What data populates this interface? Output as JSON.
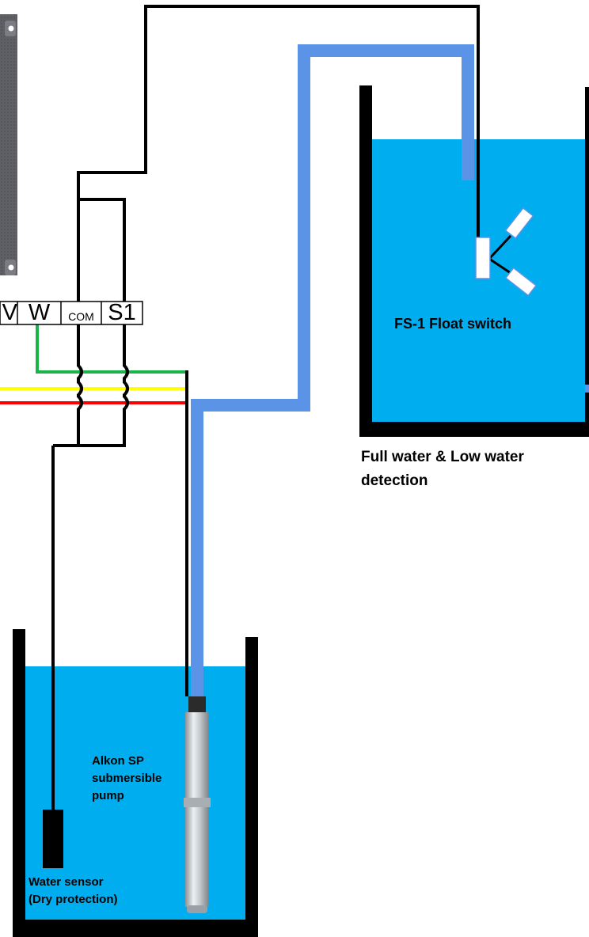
{
  "terminals": {
    "v": "V",
    "w": "W",
    "com": "COM",
    "s1": "S1"
  },
  "labels": {
    "float_switch": "FS-1 Float switch",
    "detection_line1": "Full water & Low water",
    "detection_line2": "detection",
    "pump_line1": "Alkon SP",
    "pump_line2": "submersible",
    "pump_line3": "pump",
    "sensor_line1": "Water sensor",
    "sensor_line2": "(Dry protection)"
  },
  "colors": {
    "water": "#00AEEF",
    "pipe": "#5B93E6",
    "wire_green": "#19B34A",
    "wire_yellow": "#FFFF00",
    "wire_red": "#FF0000",
    "wire_black": "#000000",
    "panel": "#5E6066"
  },
  "icons": {
    "float_switch": "float-switch-icon",
    "pump": "submersible-pump-icon",
    "sensor": "water-sensor-icon"
  }
}
